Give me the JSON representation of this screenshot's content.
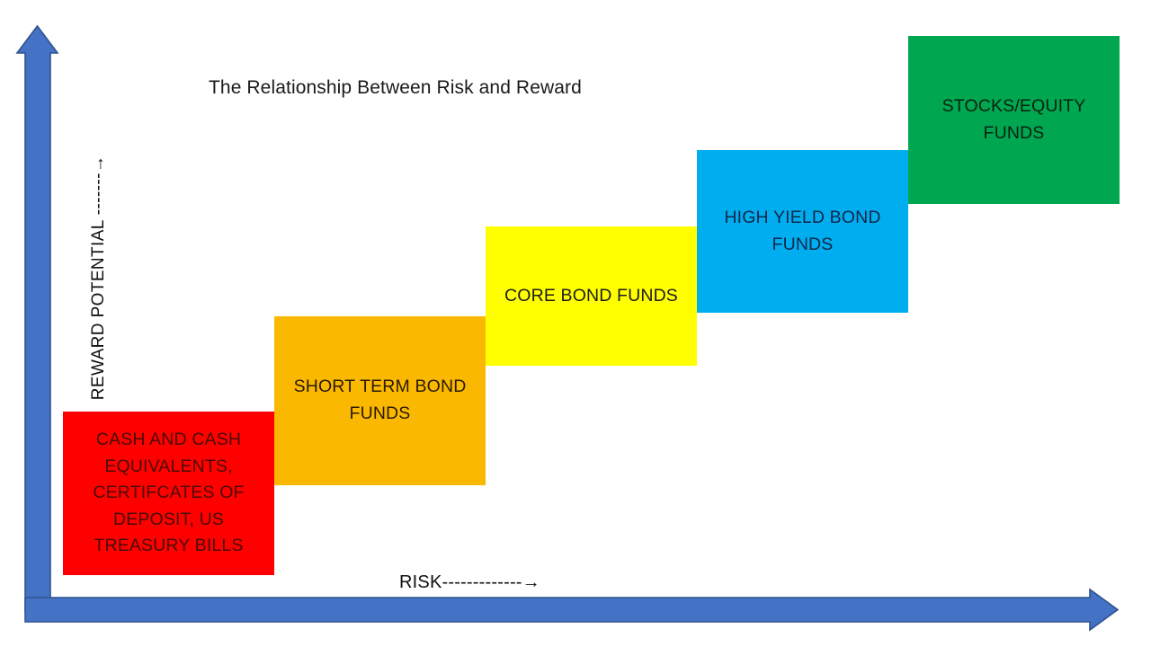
{
  "chart_data": {
    "type": "bar",
    "title": "The Relationship Between Risk and Reward",
    "xlabel": "RISK-------------→",
    "ylabel": "REWARD POTENTIAL -------→",
    "grid": false,
    "legend": "none",
    "categories": [
      "CASH AND CASH EQUIVALENTS, CERTIFCATES OF DEPOSIT, US TREASURY BILLS",
      "SHORT TERM BOND FUNDS",
      "CORE BOND FUNDS",
      "HIGH YIELD BOND FUNDS",
      "STOCKS/EQUITY FUNDS"
    ],
    "risk_rank": [
      1,
      2,
      3,
      4,
      5
    ],
    "reward_rank": [
      1,
      2,
      3,
      4,
      5
    ],
    "colors": [
      "#FF0000",
      "#FAB900",
      "#FFFF00",
      "#00ADEF",
      "#00A650"
    ],
    "notes": "Ascending staircase of five colored blocks; higher and further right = greater risk and greater reward potential."
  },
  "diagram": {
    "title": "The Relationship Between Risk and Reward",
    "axes": {
      "vertical_label": "REWARD POTENTIAL -------→",
      "horizontal_label": "RISK-------------→",
      "axis_color": "#4472C4",
      "axis_border_color": "#2F528F"
    },
    "steps": [
      {
        "id": "cash",
        "label": "CASH AND CASH\nEQUIVALENTS,\nCERTIFCATES OF\nDEPOSIT, US\nTREASURY BILLS",
        "color": "#FF0000",
        "risk_level": 1,
        "reward_level": 1
      },
      {
        "id": "short-term-bond",
        "label": "SHORT TERM BOND\nFUNDS",
        "color": "#FAB900",
        "risk_level": 2,
        "reward_level": 2
      },
      {
        "id": "core-bond",
        "label": "CORE BOND FUNDS",
        "color": "#FFFF00",
        "risk_level": 3,
        "reward_level": 3
      },
      {
        "id": "high-yield-bond",
        "label": "HIGH YIELD BOND\nFUNDS",
        "color": "#00ADEF",
        "risk_level": 4,
        "reward_level": 4
      },
      {
        "id": "stocks-equity",
        "label": "STOCKS/EQUITY\nFUNDS",
        "color": "#00A650",
        "risk_level": 5,
        "reward_level": 5
      }
    ]
  }
}
